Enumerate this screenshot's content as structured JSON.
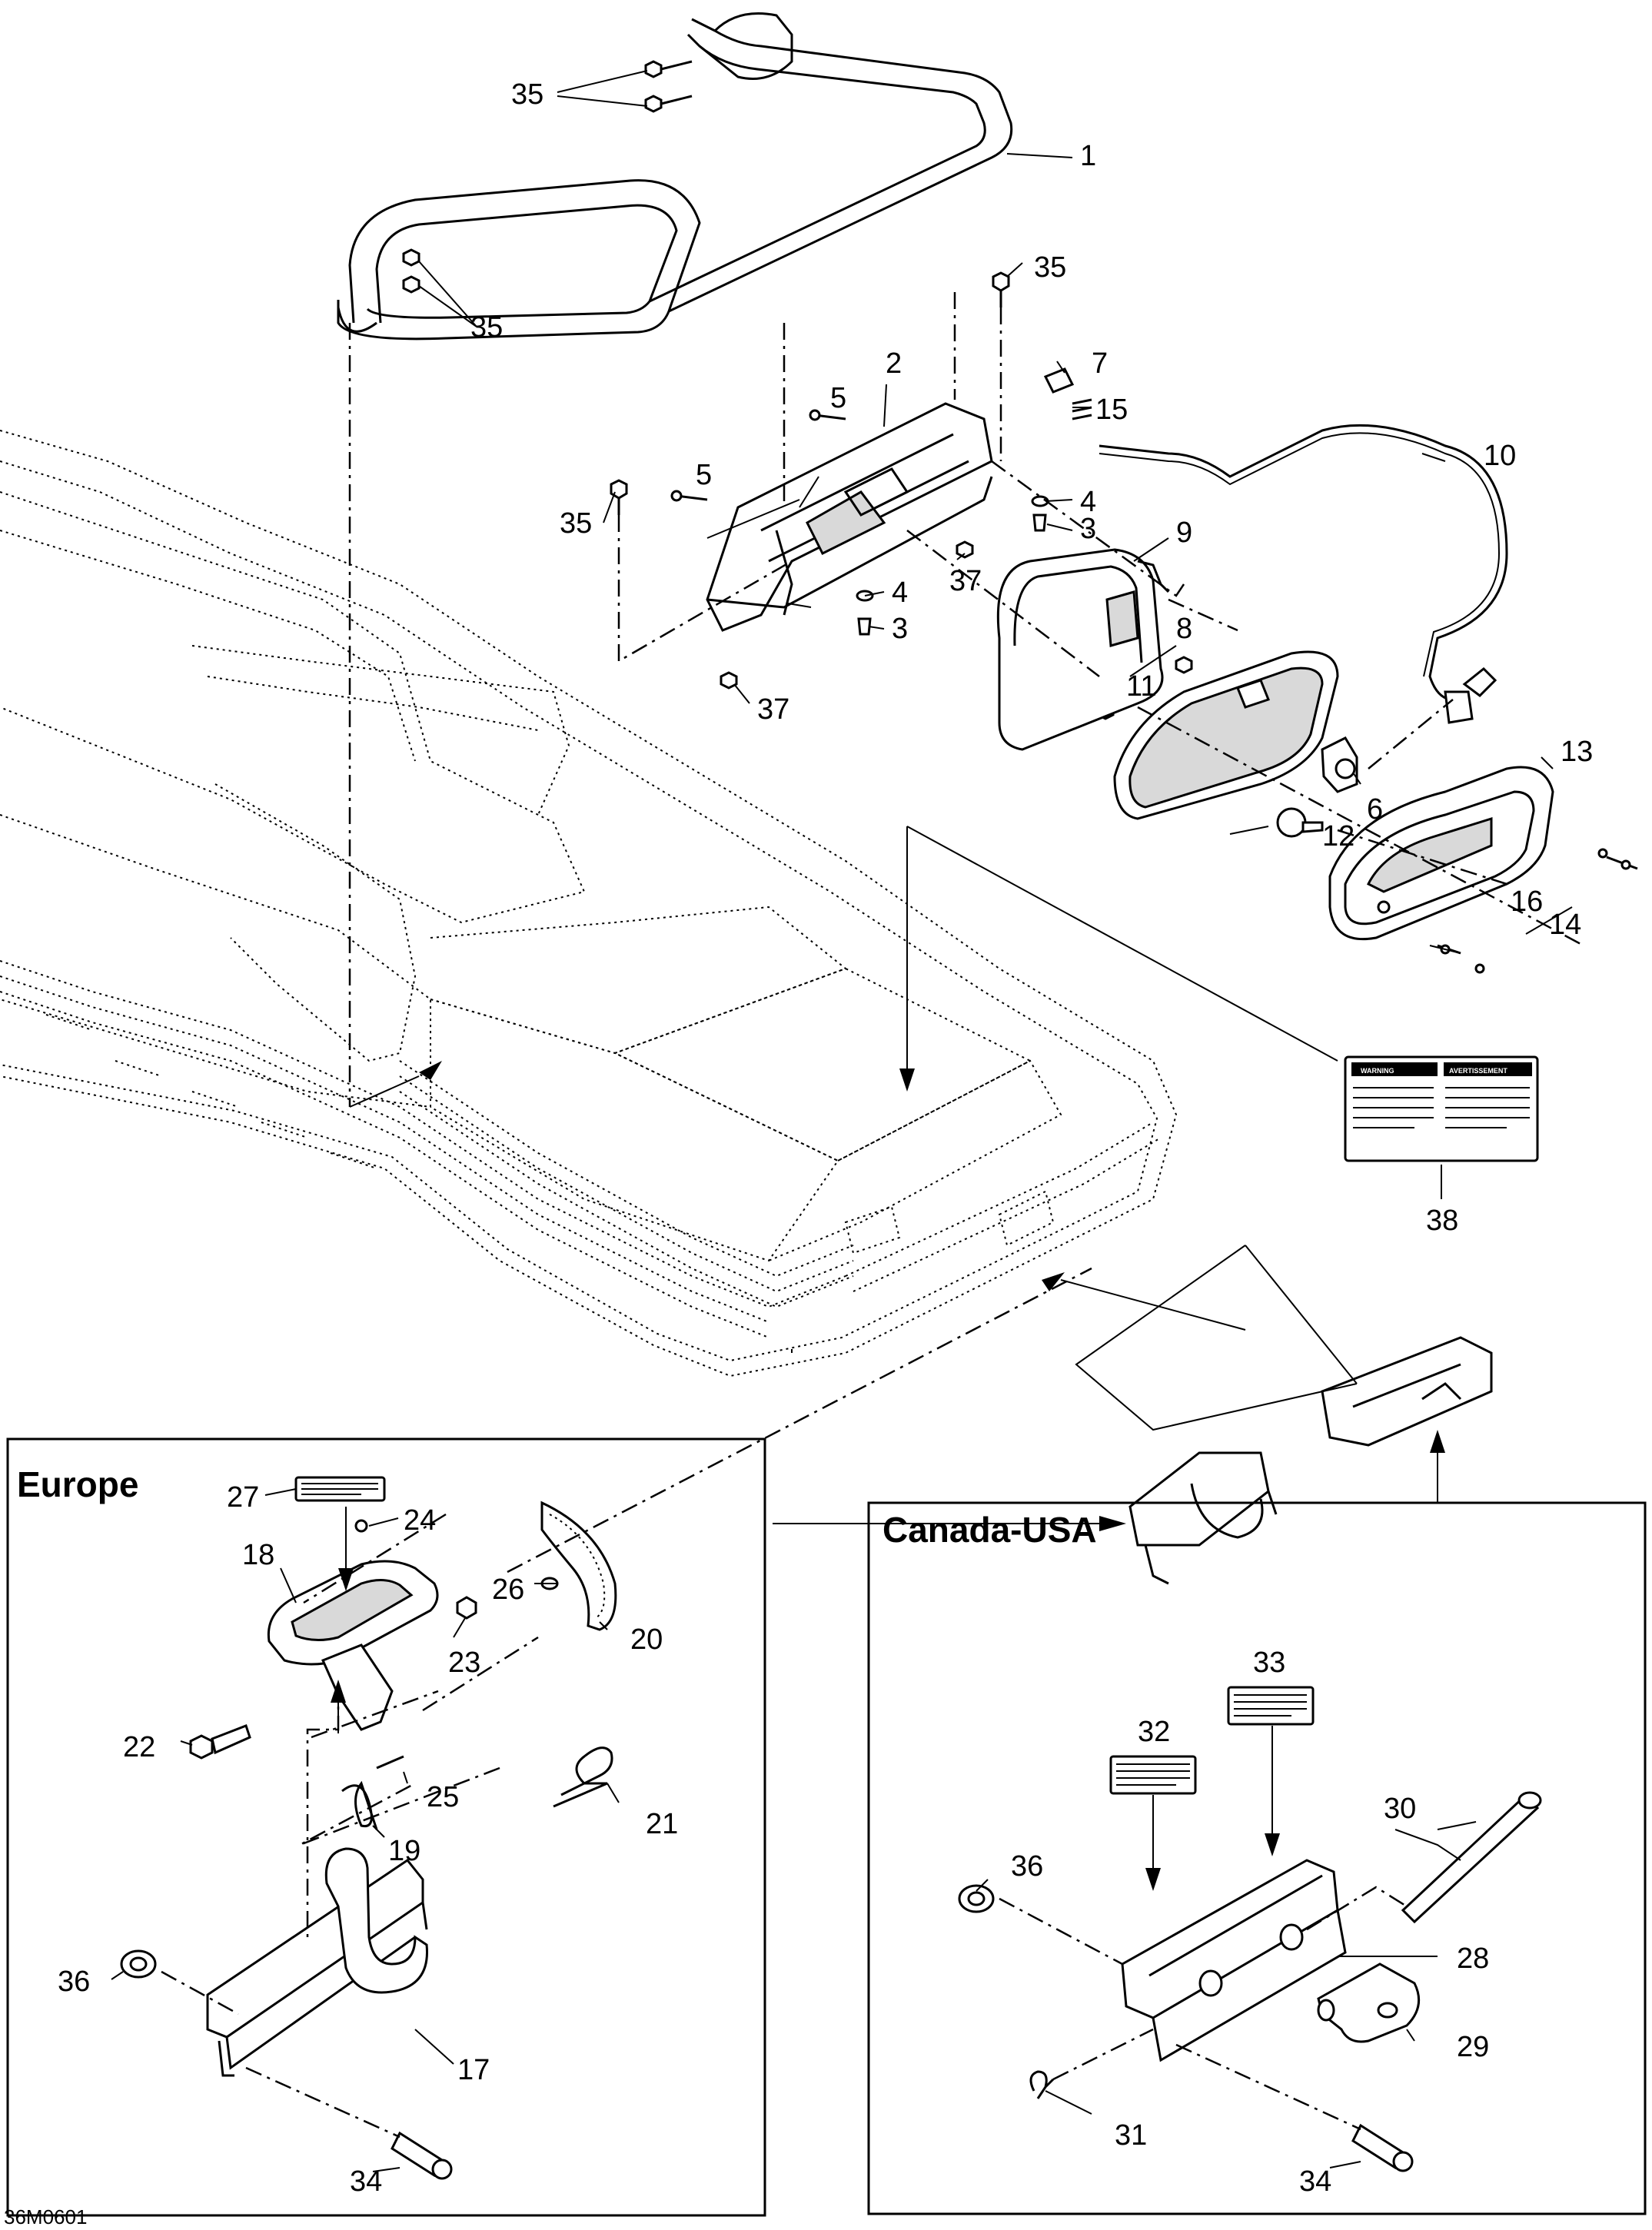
{
  "boxes": {
    "europe_title": "Europe",
    "canada_usa_title": "Canada-USA"
  },
  "callouts": {
    "c1": "1",
    "c2": "2",
    "c3a": "3",
    "c3b": "3",
    "c4a": "4",
    "c4b": "4",
    "c5a": "5",
    "c5b": "5",
    "c6": "6",
    "c7": "7",
    "c8": "8",
    "c9": "9",
    "c10": "10",
    "c11": "11",
    "c12": "12",
    "c13": "13",
    "c14": "14",
    "c15": "15",
    "c16": "16",
    "c17": "17",
    "c18": "18",
    "c19": "19",
    "c20": "20",
    "c21": "21",
    "c22": "22",
    "c23": "23",
    "c24": "24",
    "c25": "25",
    "c26": "26",
    "c27": "27",
    "c28": "28",
    "c29": "29",
    "c30": "30",
    "c31": "31",
    "c32": "32",
    "c33": "33",
    "c34a": "34",
    "c34b": "34",
    "c35a": "35",
    "c35b": "35",
    "c35c": "35",
    "c35d": "35",
    "c36a": "36",
    "c36b": "36",
    "c37a": "37",
    "c37b": "37",
    "c38": "38"
  },
  "warning_label": {
    "left_heading": "WARNING",
    "right_heading": "AVERTISSEMENT"
  },
  "drawing_code": "36M0601"
}
